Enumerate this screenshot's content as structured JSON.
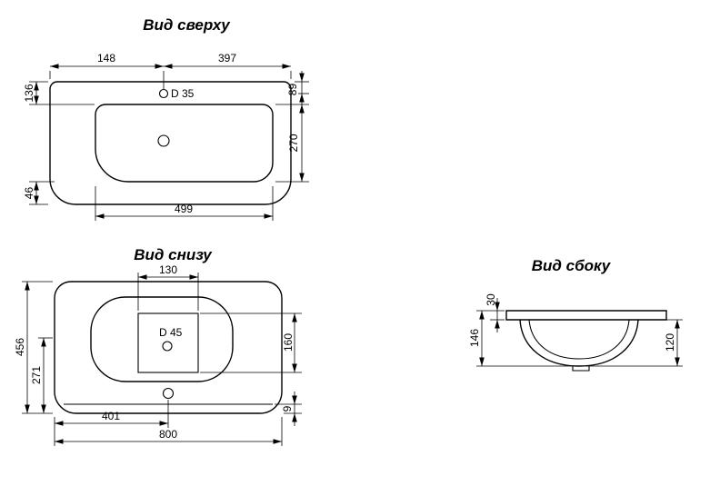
{
  "page": {
    "background": "#ffffff",
    "line_color": "#000000"
  },
  "top_view": {
    "title": "Вид сверху",
    "faucet_hole_label": "D 35",
    "dims": {
      "left_to_faucet": "148",
      "faucet_to_right": "397",
      "top_to_faucet": "89",
      "top_to_basin": "136",
      "basin_depth": "270",
      "basin_to_front": "46",
      "basin_width": "499"
    }
  },
  "bottom_view": {
    "title": "Вид снизу",
    "drain_hole_label": "D 45",
    "dims": {
      "boss_width": "130",
      "overall_depth": "456",
      "front_section": "271",
      "boss_height": "160",
      "rim_thickness": "9",
      "left_to_center": "401",
      "overall_width": "800"
    }
  },
  "side_view": {
    "title": "Вид сбоку",
    "dims": {
      "rim_height": "30",
      "overall_height": "146",
      "bowl_height": "120"
    }
  }
}
